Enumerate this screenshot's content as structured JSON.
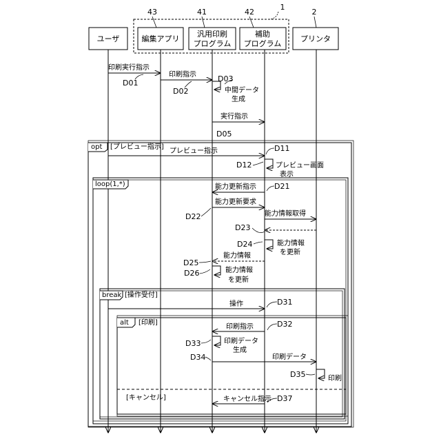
{
  "system_ref": "1",
  "lifelines": [
    {
      "ref": "",
      "label1": "ユーザ",
      "label2": ""
    },
    {
      "ref": "43",
      "label1": "編集アプリ",
      "label2": ""
    },
    {
      "ref": "41",
      "label1": "汎用印刷",
      "label2": "プログラム"
    },
    {
      "ref": "42",
      "label1": "補助",
      "label2": "プログラム"
    },
    {
      "ref": "2",
      "label1": "プリンタ",
      "label2": ""
    }
  ],
  "fragments": {
    "opt": {
      "keyword": "opt",
      "guard": "[プレビュー指示]"
    },
    "loop": {
      "keyword": "loop(1,*)"
    },
    "break": {
      "keyword": "break",
      "guard": "[操作受付]"
    },
    "alt": {
      "keyword": "alt",
      "guard1": "[印刷]",
      "guard2": "[キャンセル]"
    }
  },
  "messages": {
    "m1": {
      "label": "印刷実行指示",
      "ref": "D01"
    },
    "m2": {
      "label": "印刷指示",
      "ref": "D02"
    },
    "m3": {
      "label": "中間データ",
      "label2": "生成",
      "ref": "D03"
    },
    "m4": {
      "label": "実行指示",
      "ref": "D05"
    },
    "m5": {
      "label": "プレビュー指示",
      "ref": "D11"
    },
    "m6": {
      "label": "プレビュー画面",
      "label2": "表示",
      "ref": "D12"
    },
    "m7": {
      "label": "能力更新指示",
      "ref": "D21"
    },
    "m8": {
      "label": "能力更新要求",
      "ref": "D22"
    },
    "m9": {
      "label": "能力情報取得",
      "ref": "D23"
    },
    "m10": {
      "label": "能力情報",
      "label2": "を更新",
      "ref": "D24"
    },
    "m11": {
      "label": "能力情報",
      "ref": "D25"
    },
    "m12": {
      "label": "能力情報",
      "label2": "を更新",
      "ref": "D26"
    },
    "m13": {
      "label": "操作",
      "ref": "D31"
    },
    "m14": {
      "label": "印刷指示",
      "ref": "D32"
    },
    "m15": {
      "label": "印刷データ",
      "label2": "生成",
      "ref": "D33"
    },
    "m16": {
      "label": "印刷データ",
      "ref": "D34"
    },
    "m17": {
      "label": "印刷",
      "ref": "D35"
    },
    "m18": {
      "label": "キャンセル指示",
      "ref": "D37"
    }
  }
}
